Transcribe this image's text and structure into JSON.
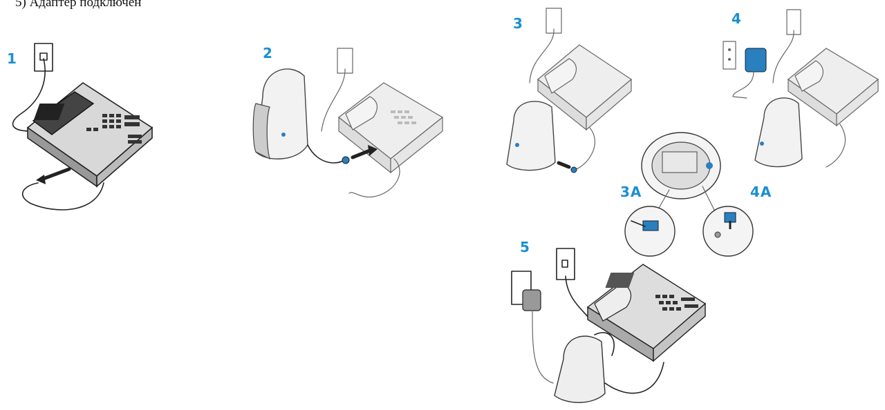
{
  "caption": "5)    Адаптер подключен",
  "steps": {
    "s1": "1",
    "s2": "2",
    "s3": "3",
    "s4": "4",
    "s3a": "3A",
    "s4a": "4A",
    "s5": "5"
  },
  "colors": {
    "step_label": "#1a8fd0",
    "accent_blue": "#2a7fbf"
  }
}
